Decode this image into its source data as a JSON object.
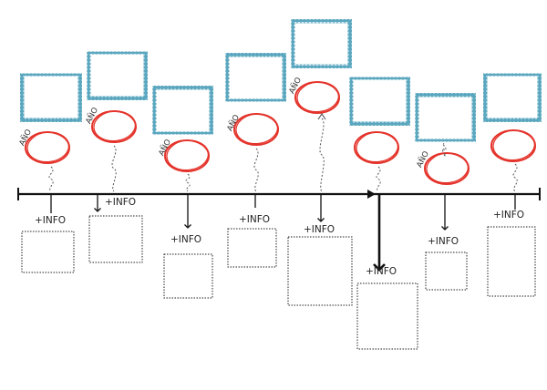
{
  "timeline": {
    "year_label": "AÑO",
    "info_label": "+INFO",
    "colors": {
      "frame": "#5aa7bf",
      "circle": "#e4332a",
      "line": "#111111",
      "box": "#222222",
      "squiggle": "#555555"
    },
    "events": [
      {
        "year": "AÑO",
        "info": "+INFO"
      },
      {
        "year": "AÑO",
        "info": "+INFO"
      },
      {
        "year": "AÑO",
        "info": "+INFO"
      },
      {
        "year": "AÑO",
        "info": "+INFO"
      },
      {
        "year": "AÑO",
        "info": "+INFO"
      },
      {
        "year": "",
        "info": "+INFO"
      },
      {
        "year": "AÑO",
        "info": "+INFO"
      },
      {
        "year": "",
        "info": "+INFO"
      }
    ]
  }
}
